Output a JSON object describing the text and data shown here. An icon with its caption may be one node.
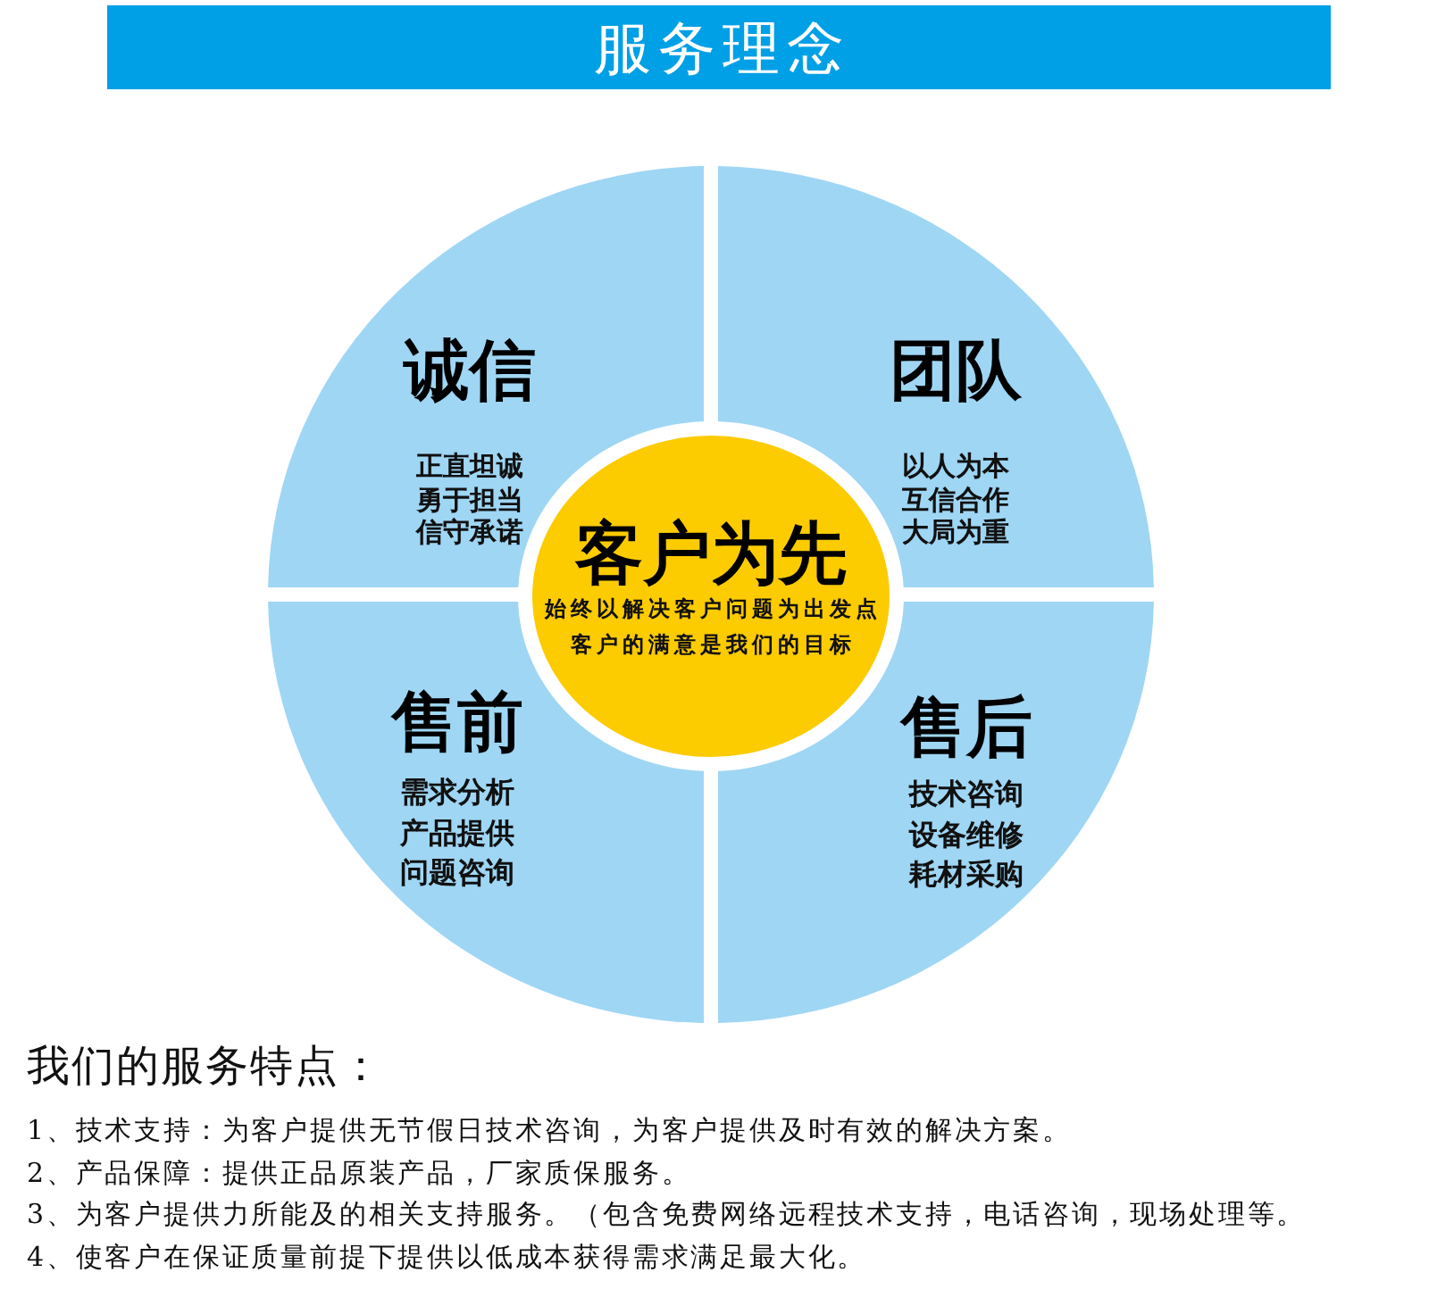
{
  "diagram": {
    "title": "服务理念",
    "nodes": [
      {
        "text": [
          "诚信",
          "正直坦诚",
          "勇于担当",
          "信守承诺"
        ]
      },
      {
        "text": [
          "团队",
          "以人为本",
          "互信合作",
          "大局为重"
        ]
      },
      {
        "text": [
          "客户为先",
          "始终以解决客户问题为出发点",
          "客户的满意是我们的目标"
        ]
      },
      {
        "text": [
          "售前",
          "需求分析",
          "产品提供",
          "问题咨询"
        ]
      },
      {
        "text": [
          "售后",
          "技术咨询",
          "设备维修",
          "耗材采购"
        ]
      }
    ],
    "labels": [
      "我们的服务特点：",
      "1、技术支持：为客户提供无节假日技术咨询，为客户提供及时有效的解决方案。",
      "2、产品保障：提供正品原装产品，厂家质保服务。",
      "3、为客户提供力所能及的相关支持服务。（包含免费网络远程技术支持，电话咨询，现场处理等。",
      "4、使客户在保证质量前提下提供以低成本获得需求满足最大化。"
    ]
  }
}
